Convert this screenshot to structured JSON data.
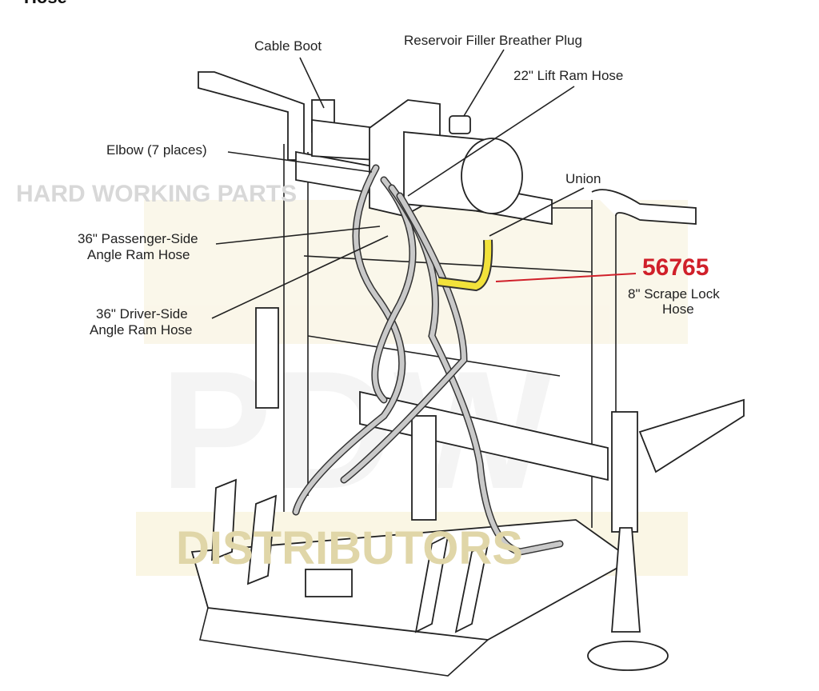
{
  "header": {
    "title_fragment": "Hose"
  },
  "watermark": {
    "arc_text": "HARD WORKING PARTS",
    "logo": "PDW",
    "banner": "DISTRIBUTORS"
  },
  "labels": {
    "cable_boot": "Cable Boot",
    "breather_plug": "Reservoir Filler Breather Plug",
    "lift_ram_hose": "22\" Lift Ram Hose",
    "elbow": "Elbow (7 places)",
    "union": "Union",
    "passenger_hose_1": "36\" Passenger-Side",
    "passenger_hose_2": "Angle Ram Hose",
    "driver_hose_1": "36\" Driver-Side",
    "driver_hose_2": "Angle Ram Hose",
    "part_number": "56765",
    "scrape_hose_1": "8\" Scrape Lock",
    "scrape_hose_2": "Hose"
  },
  "colors": {
    "part_number": "#d0202a",
    "highlight_hose": "#f2e23a",
    "watermark": "#f3ecd0"
  }
}
